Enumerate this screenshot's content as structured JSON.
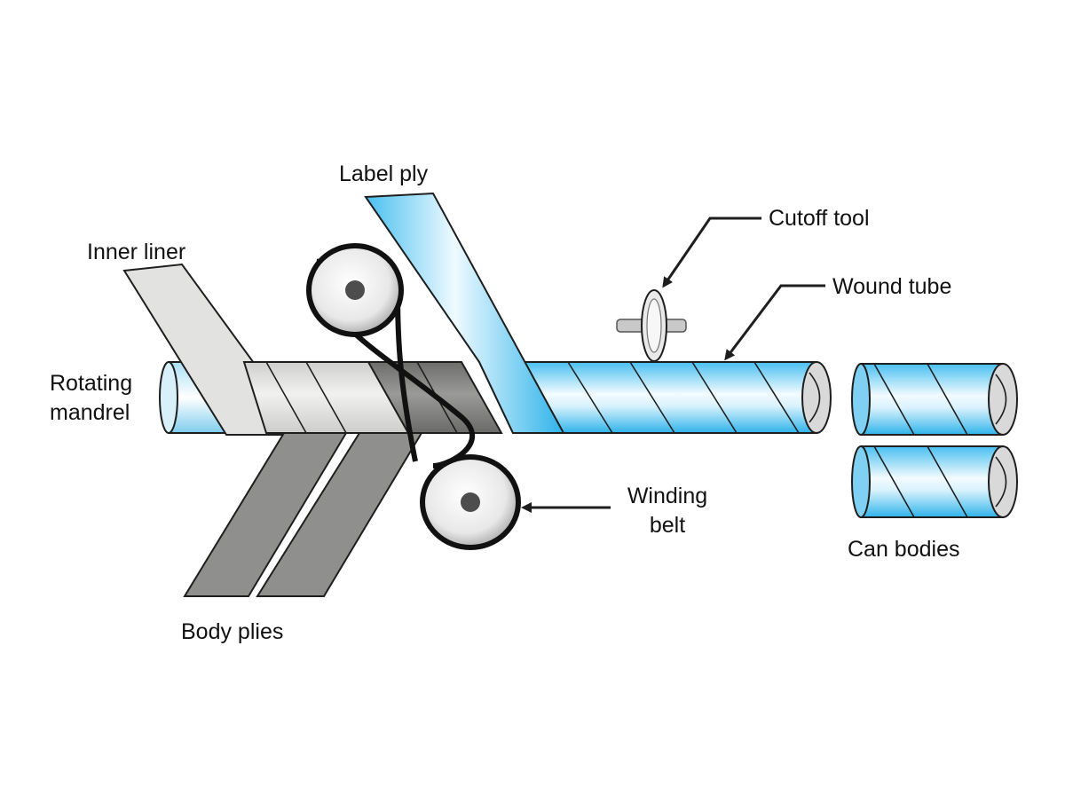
{
  "labels": {
    "label_ply": "Label ply",
    "inner_liner": "Inner liner",
    "cutoff_tool": "Cutoff tool",
    "wound_tube": "Wound tube",
    "rotating_mandrel_line1": "Rotating",
    "rotating_mandrel_line2": "mandrel",
    "winding_belt_line1": "Winding",
    "winding_belt_line2": "belt",
    "can_bodies": "Can bodies",
    "body_plies": "Body plies"
  },
  "colors": {
    "blue": "#3db8ec",
    "light_grey": "#e6e6e4",
    "mid_grey": "#9a9a98",
    "dark_grey": "#777775",
    "outline": "#1e1e1e"
  }
}
